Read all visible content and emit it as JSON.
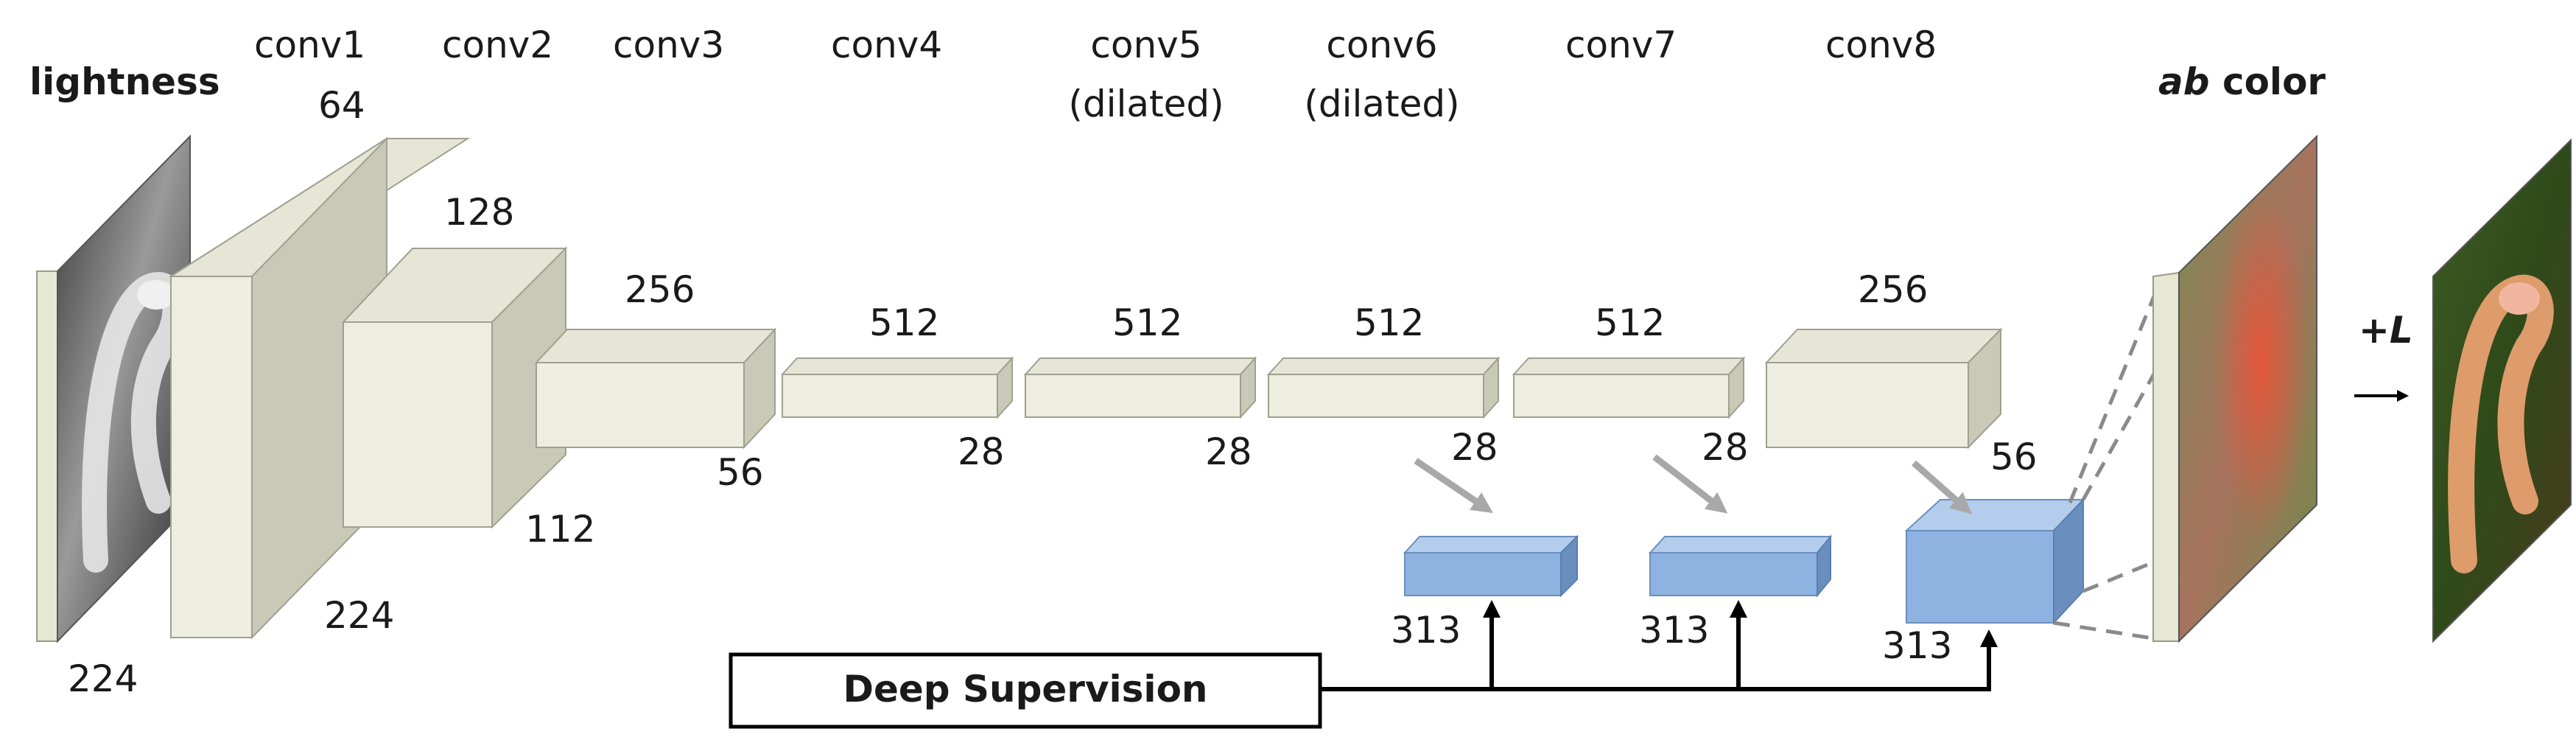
{
  "title_input": "lightness",
  "title_output_italic": "ab",
  "title_output_rest": " color",
  "plus_l": "+L",
  "input_size": "224",
  "layers": [
    {
      "name": "conv1",
      "sub": "",
      "channels": "64",
      "size": "224"
    },
    {
      "name": "conv2",
      "sub": "",
      "channels": "128",
      "size": "112"
    },
    {
      "name": "conv3",
      "sub": "",
      "channels": "256",
      "size": "56"
    },
    {
      "name": "conv4",
      "sub": "",
      "channels": "512",
      "size": "28"
    },
    {
      "name": "conv5",
      "sub": "(dilated)",
      "channels": "512",
      "size": "28"
    },
    {
      "name": "conv6",
      "sub": "(dilated)",
      "channels": "512",
      "size": "28"
    },
    {
      "name": "conv7",
      "sub": "",
      "channels": "512",
      "size": "28"
    },
    {
      "name": "conv8",
      "sub": "",
      "channels": "256",
      "size": "56"
    }
  ],
  "outputs": [
    {
      "channels": "313"
    },
    {
      "channels": "313"
    },
    {
      "channels": "313"
    }
  ],
  "deep_supervision": "Deep Supervision",
  "colors": {
    "block_front": "#eeeee0",
    "block_top": "#e6e6d6",
    "block_side": "#c9c9b8",
    "block_edge": "#a5a595",
    "output_front": "#8fb3e0",
    "output_top": "#b4cdec",
    "output_side": "#6a8fbe"
  }
}
